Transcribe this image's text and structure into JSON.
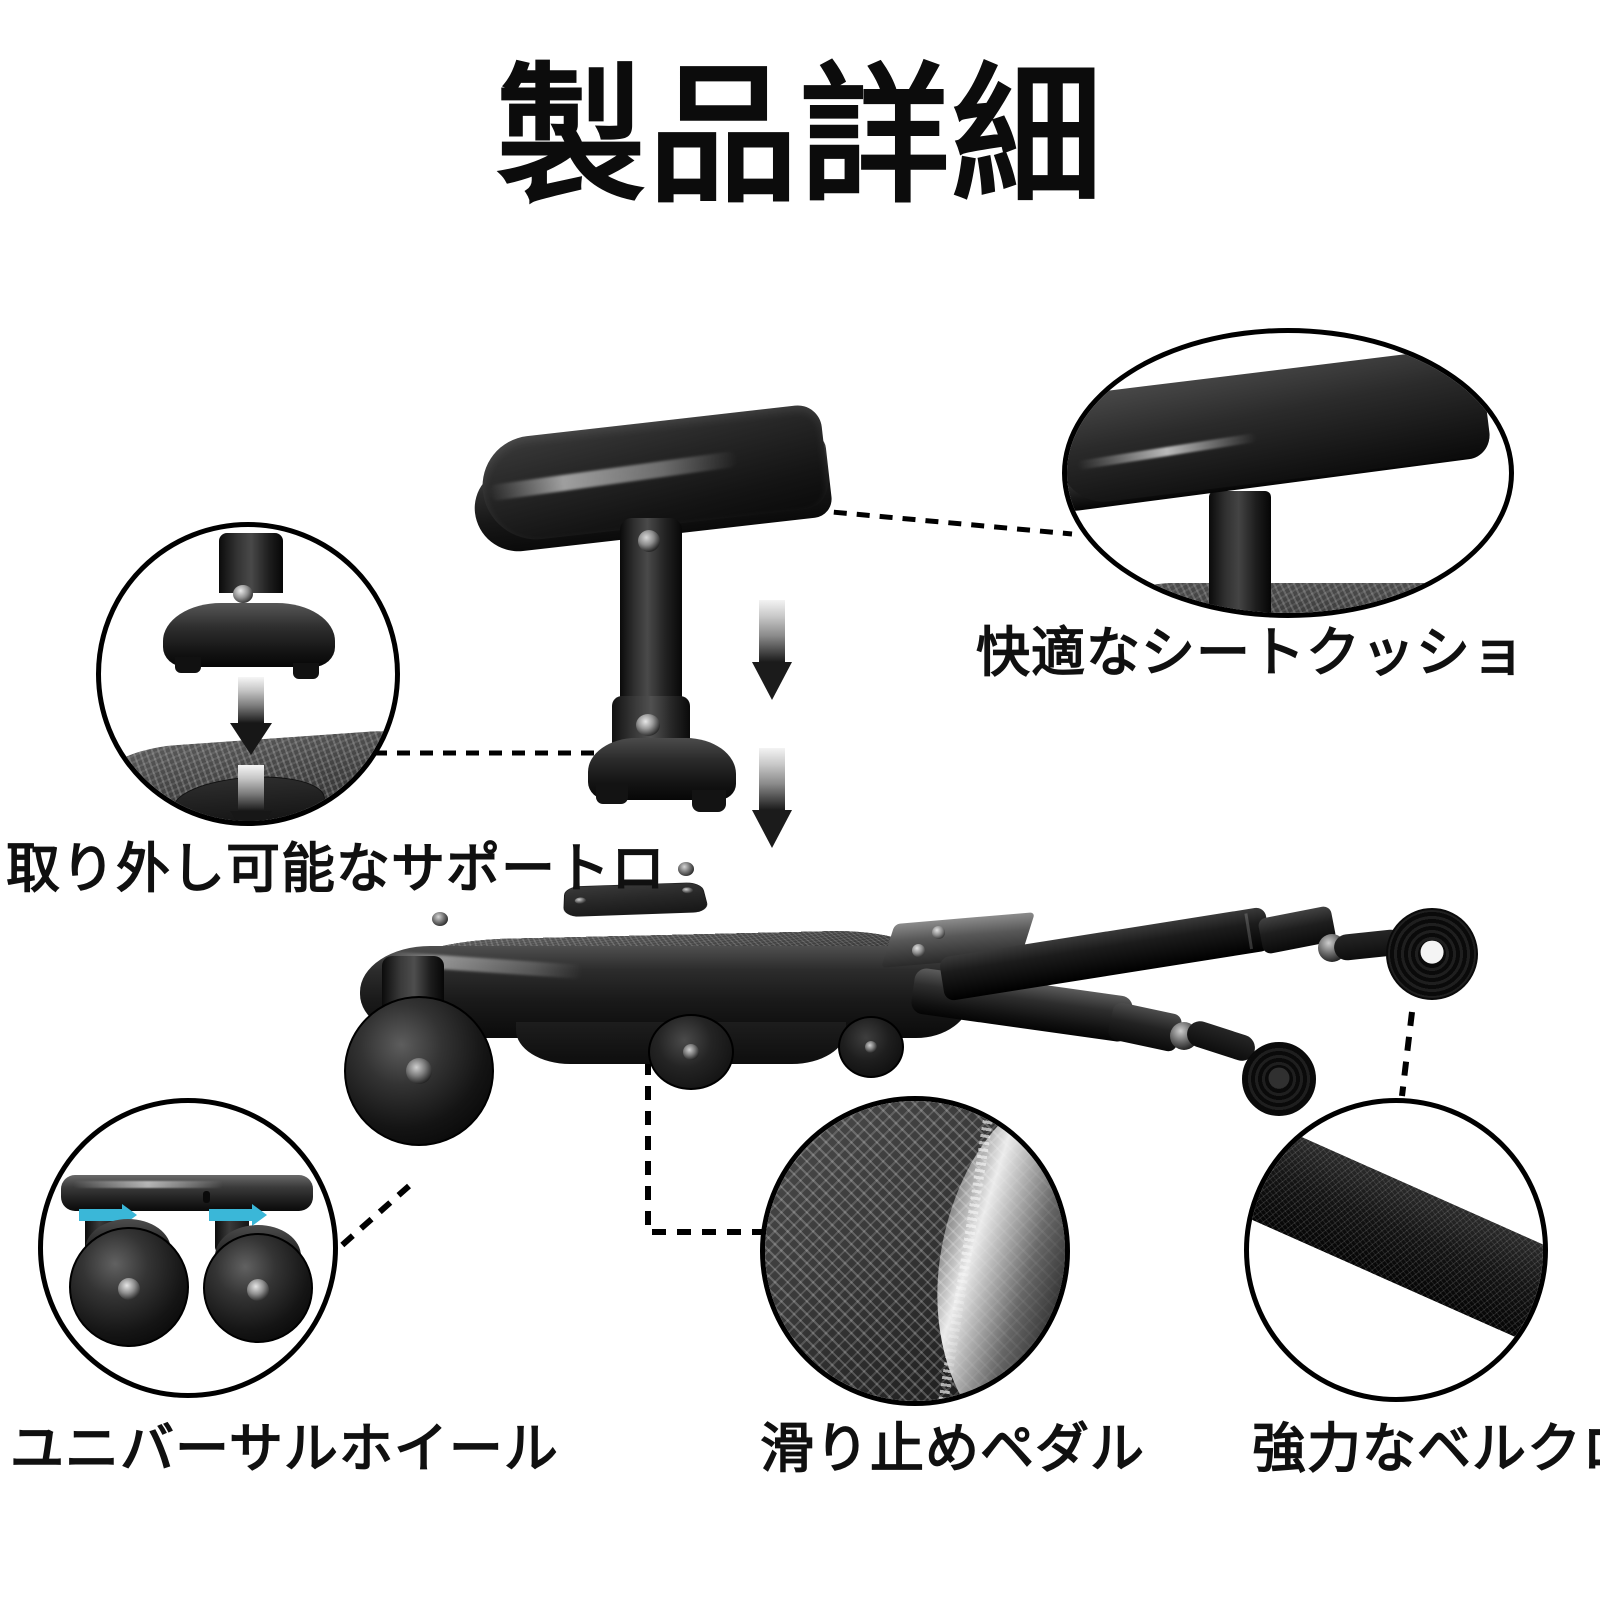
{
  "page": {
    "title": "製品詳細",
    "background_color": "#ffffff",
    "text_color": "#101010",
    "accent_color": "#3ab7d8"
  },
  "callouts": [
    {
      "id": "seat-cushion",
      "label": "快適なシートクッショ",
      "icon": "seat-cushion-closeup",
      "position": "top-right"
    },
    {
      "id": "support-rod",
      "label": "取り外し可能なサポートロ",
      "icon": "support-rod-closeup",
      "position": "top-left"
    },
    {
      "id": "universal-wheel",
      "label": "ユニバーサルホイール",
      "icon": "universal-wheel-closeup",
      "position": "bottom-left"
    },
    {
      "id": "anti-slip-pedal",
      "label": "滑り止めペダル",
      "icon": "anti-slip-pedal-closeup",
      "position": "bottom-center"
    },
    {
      "id": "velcro-strap",
      "label": "強力なベルクロ",
      "icon": "velcro-strap-closeup",
      "position": "bottom-right"
    }
  ],
  "product": {
    "name": "stroller-buggy-board-with-seat",
    "parts": [
      "seat-cushion",
      "support-post",
      "platform-board",
      "universal-wheels",
      "telescoping-arms",
      "velcro-straps"
    ]
  },
  "arrows": {
    "assembly_direction": "down",
    "count": 2,
    "wheel_rotation_arrow_color": "#3ab7d8"
  }
}
